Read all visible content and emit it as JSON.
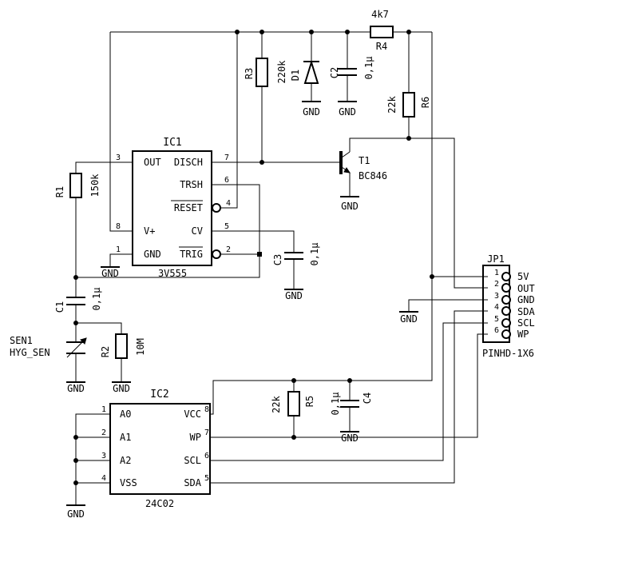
{
  "ic1": {
    "name": "IC1",
    "part": "3V555",
    "pins": [
      {
        "num": "3",
        "name": "OUT"
      },
      {
        "num": "8",
        "name": "V+"
      },
      {
        "num": "1",
        "name": "GND"
      },
      {
        "num": "7",
        "name": "DISCH"
      },
      {
        "num": "6",
        "name": "TRSH"
      },
      {
        "num": "4",
        "name": "RESET"
      },
      {
        "num": "5",
        "name": "CV"
      },
      {
        "num": "2",
        "name": "TRIG"
      }
    ]
  },
  "ic2": {
    "name": "IC2",
    "part": "24C02",
    "pins": [
      {
        "num": "1",
        "name": "A0"
      },
      {
        "num": "2",
        "name": "A1"
      },
      {
        "num": "3",
        "name": "A2"
      },
      {
        "num": "4",
        "name": "VSS"
      },
      {
        "num": "8",
        "name": "VCC"
      },
      {
        "num": "7",
        "name": "WP"
      },
      {
        "num": "6",
        "name": "SCL"
      },
      {
        "num": "5",
        "name": "SDA"
      }
    ]
  },
  "jp1": {
    "name": "JP1",
    "part": "PINHD-1X6",
    "pins": [
      {
        "num": "1",
        "label": "5V"
      },
      {
        "num": "2",
        "label": "OUT"
      },
      {
        "num": "3",
        "label": "GND"
      },
      {
        "num": "4",
        "label": "SDA"
      },
      {
        "num": "5",
        "label": "SCL"
      },
      {
        "num": "6",
        "label": "WP"
      }
    ]
  },
  "r1": {
    "name": "R1",
    "value": "150k"
  },
  "r2": {
    "name": "R2",
    "value": "10M"
  },
  "r3": {
    "name": "R3",
    "value": "220k"
  },
  "r4": {
    "name": "R4",
    "value": "4k7"
  },
  "r5": {
    "name": "R5",
    "value": "22k"
  },
  "r6": {
    "name": "R6",
    "value": "22k"
  },
  "c1": {
    "name": "C1",
    "value": "0,1µ"
  },
  "c2": {
    "name": "C2",
    "value": "0,1µ"
  },
  "c3": {
    "name": "C3",
    "value": "0,1µ"
  },
  "c4": {
    "name": "C4",
    "value": "0,1µ"
  },
  "d1": {
    "name": "D1"
  },
  "t1": {
    "name": "T1",
    "part": "BC846"
  },
  "sen1": {
    "name": "SEN1",
    "part": "HYG_SEN"
  },
  "gnd_label": "GND"
}
